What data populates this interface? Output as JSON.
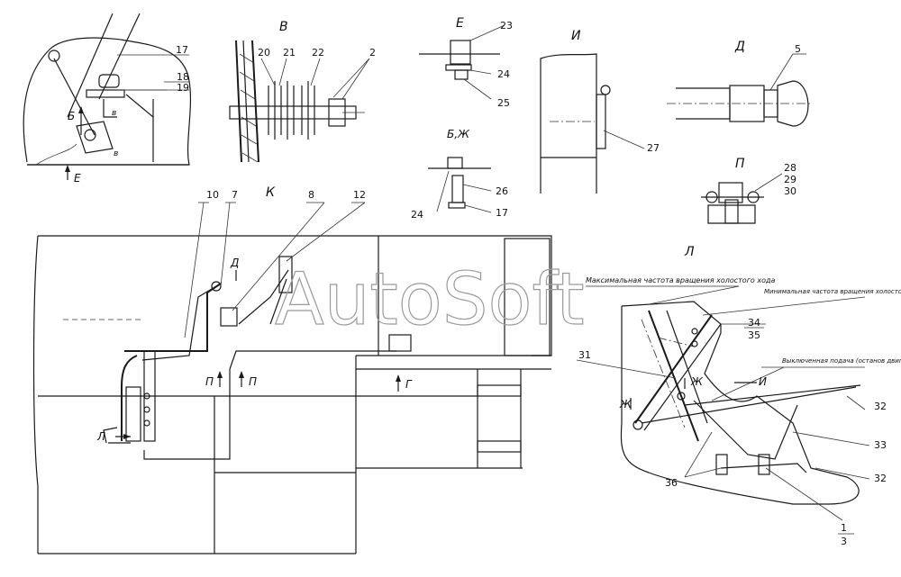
{
  "views": {
    "V": "В",
    "E": "Е",
    "I": "И",
    "D": "Д",
    "BZh": "Б,Ж",
    "P": "П",
    "K": "К",
    "L": "Л"
  },
  "arrows": {
    "B": "Б",
    "E": "Е",
    "V": "в",
    "V2": "в",
    "G": "Г",
    "L": "Л",
    "P1": "П",
    "P2": "П",
    "D": "Д",
    "Zh1": "Ж",
    "Zh2": "Ж",
    "I": "И"
  },
  "callouts": {
    "n17a": "17",
    "n18": "18",
    "n19": "19",
    "n20": "20",
    "n21": "21",
    "n22": "22",
    "n2": "2",
    "n23": "23",
    "n24a": "24",
    "n25": "25",
    "n27": "27",
    "n5": "5",
    "n24b": "24",
    "n26": "26",
    "n17b": "17",
    "n28": "28",
    "n29": "29",
    "n30": "30",
    "n10": "10",
    "n7": "7",
    "n8": "8",
    "n12": "12",
    "n31": "31",
    "n34": "34",
    "n35": "35",
    "n32a": "32",
    "n33": "33",
    "n32b": "32",
    "n36": "36",
    "n1": "1",
    "n3": "3"
  },
  "notes": {
    "max_speed": "Максимальная частота вращения холостого хода",
    "min_speed": "Минимальная частота вращения холостого хода",
    "fuel_off": "Выключенная подача (останов двигателя)"
  },
  "watermark": "AutoSoft"
}
